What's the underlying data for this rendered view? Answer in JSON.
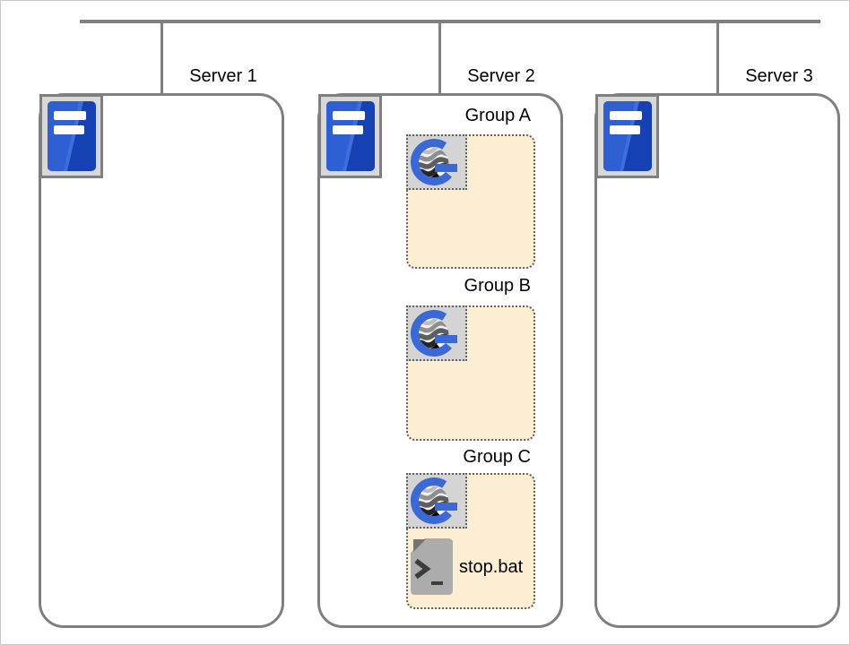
{
  "diagram": {
    "title": "",
    "colors": {
      "connector_gray": "#7F7F7F",
      "box_border_gray": "#7F7F7F",
      "group_fill_cream": "#FBEED2",
      "group_border_dotted": "#606060",
      "icon_tile_gray": "#D4D4D4",
      "server_blue_dark": "#1641B2",
      "server_blue_light": "#2E60D4",
      "app_blue": "#3A68D4",
      "script_icon_gray": "#ACACAC",
      "label_text": "#000000"
    }
  },
  "servers": [
    {
      "label": "Server 1",
      "icon": "server-tower-icon",
      "groups": []
    },
    {
      "label": "Server 2",
      "icon": "server-tower-icon",
      "groups": [
        {
          "label": "Group A",
          "icon": "g-application-icon",
          "files": []
        },
        {
          "label": "Group B",
          "icon": "g-application-icon",
          "files": []
        },
        {
          "label": "Group C",
          "icon": "g-application-icon",
          "files": [
            {
              "name": "stop.bat",
              "icon": "script-file-icon"
            }
          ]
        }
      ]
    },
    {
      "label": "Server 3",
      "icon": "server-tower-icon",
      "groups": []
    }
  ]
}
